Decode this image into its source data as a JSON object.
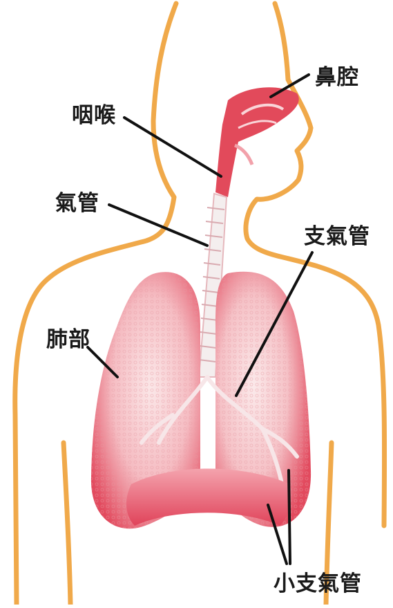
{
  "labels": {
    "nasal_cavity": "鼻腔",
    "pharynx": "咽喉",
    "trachea": "氣管",
    "bronchus": "支氣管",
    "lungs": "肺部",
    "bronchioles": "小支氣管"
  },
  "colors": {
    "body_outline": "#f0a94a",
    "lung_red": "#e2485e",
    "lung_pink": "#f7c8cc",
    "airway_red": "#e24a5b",
    "trachea_white": "#f4eeee",
    "leader_line": "#111111"
  }
}
